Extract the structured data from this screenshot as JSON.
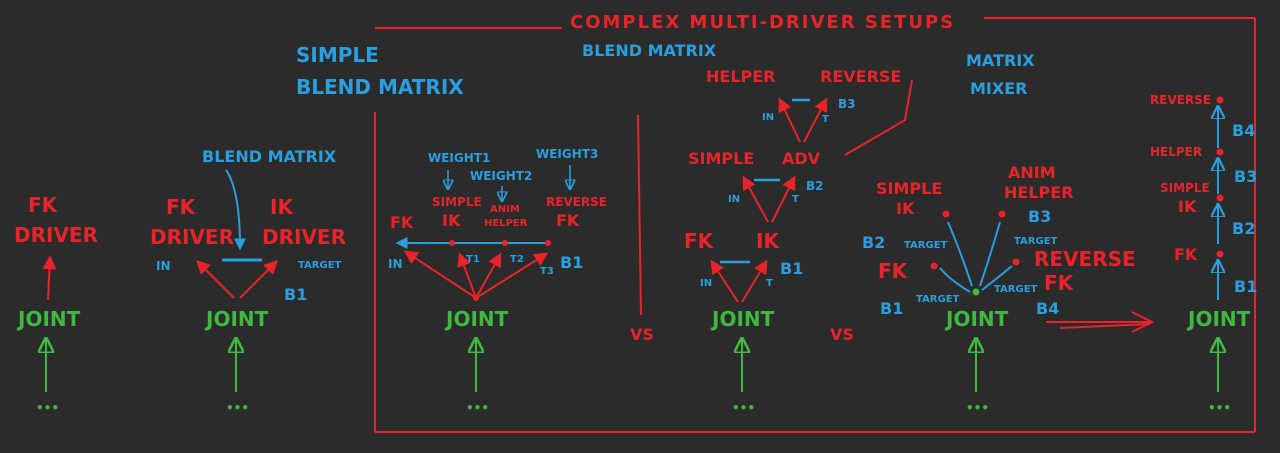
{
  "colors": {
    "background": "#2b2b2b",
    "red": "#e8242a",
    "blue": "#2a9fe0",
    "green": "#3fb93f"
  },
  "headers": {
    "complex": "COMPLEX MULTI-DRIVER SETUPS",
    "simple_blend_line1": "SIMPLE",
    "simple_blend_line2": "BLEND MATRIX",
    "blend_matrix": "BLEND MATRIX",
    "matrix_mixer_line1": "MATRIX",
    "matrix_mixer_line2": "MIXER"
  },
  "common": {
    "joint": "JOINT",
    "dots": "•••",
    "vs": "VS",
    "in": "IN",
    "t": "T"
  },
  "d1": {
    "fk": "FK",
    "driver": "DRIVER"
  },
  "d2": {
    "blend_matrix": "BLEND MATRIX",
    "fk": "FK",
    "fk_driver": "DRIVER",
    "ik": "IK",
    "ik_driver": "DRIVER",
    "in": "IN",
    "target": "TARGET",
    "b1": "B1"
  },
  "d3": {
    "weight1": "WEIGHT1",
    "weight2": "WEIGHT2",
    "weight3": "WEIGHT3",
    "fk": "FK",
    "simple": "SIMPLE",
    "ik": "IK",
    "anim": "ANIM",
    "helper": "HELPER",
    "reverse": "REVERSE",
    "fk2": "FK",
    "in": "IN",
    "t1": "T1",
    "t2": "T2",
    "t3": "T3",
    "b1": "B1"
  },
  "d4": {
    "helper": "HELPER",
    "reverse": "REVERSE",
    "b3": "B3",
    "simple": "SIMPLE",
    "adv": "ADV",
    "b2": "B2",
    "fk": "FK",
    "ik": "IK",
    "b1": "B1"
  },
  "d5": {
    "simple": "SIMPLE",
    "ik": "IK",
    "anim": "ANIM",
    "helper": "HELPER",
    "b3": "B3",
    "b2": "B2",
    "target": "TARGET",
    "fk": "FK",
    "reverse": "REVERSE",
    "fk2": "FK",
    "b1": "B1",
    "b4": "B4"
  },
  "d6": {
    "reverse": "REVERSE",
    "b4": "B4",
    "helper": "HELPER",
    "b3": "B3",
    "simple": "SIMPLE",
    "ik": "IK",
    "b2": "B2",
    "fk": "FK",
    "b1": "B1"
  }
}
